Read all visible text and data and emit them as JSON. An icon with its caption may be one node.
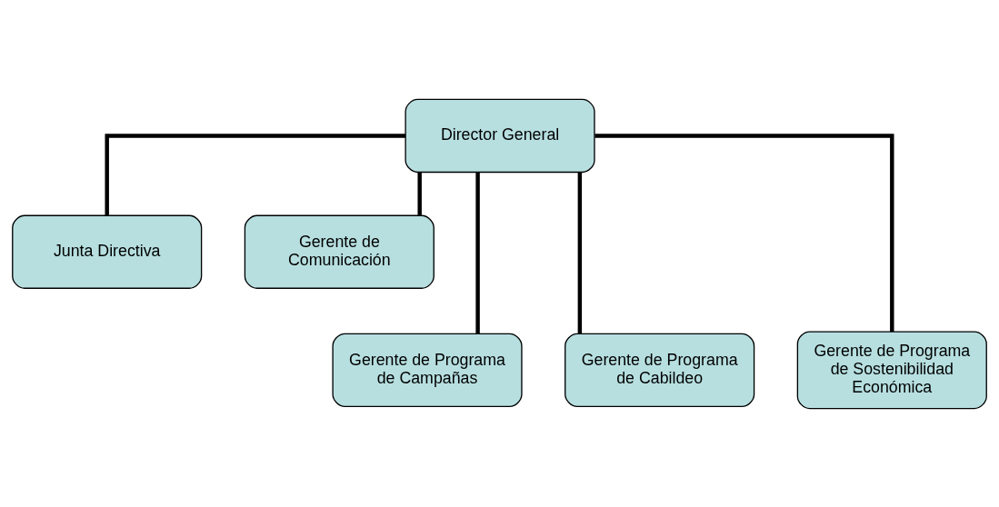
{
  "diagram": {
    "nodes": [
      {
        "text": [
          "Director General"
        ]
      },
      {
        "text": [
          "Junta Directiva"
        ]
      },
      {
        "text": [
          "Gerente de Comunicación"
        ]
      },
      {
        "text": [
          "Gerente de Programa de Campañas"
        ]
      },
      {
        "text": [
          "Gerente de Programa de Cabildeo"
        ]
      },
      {
        "text": [
          "Gerente de Programa de Sostenibilidad Económica"
        ]
      }
    ],
    "edges": [
      {
        "from": 0,
        "to": 1,
        "arrow": "none"
      },
      {
        "from": 0,
        "to": 2,
        "arrow": "none"
      },
      {
        "from": 0,
        "to": 3,
        "arrow": "none"
      },
      {
        "from": 0,
        "to": 4,
        "arrow": "none"
      },
      {
        "from": 0,
        "to": 5,
        "arrow": "none"
      }
    ]
  }
}
